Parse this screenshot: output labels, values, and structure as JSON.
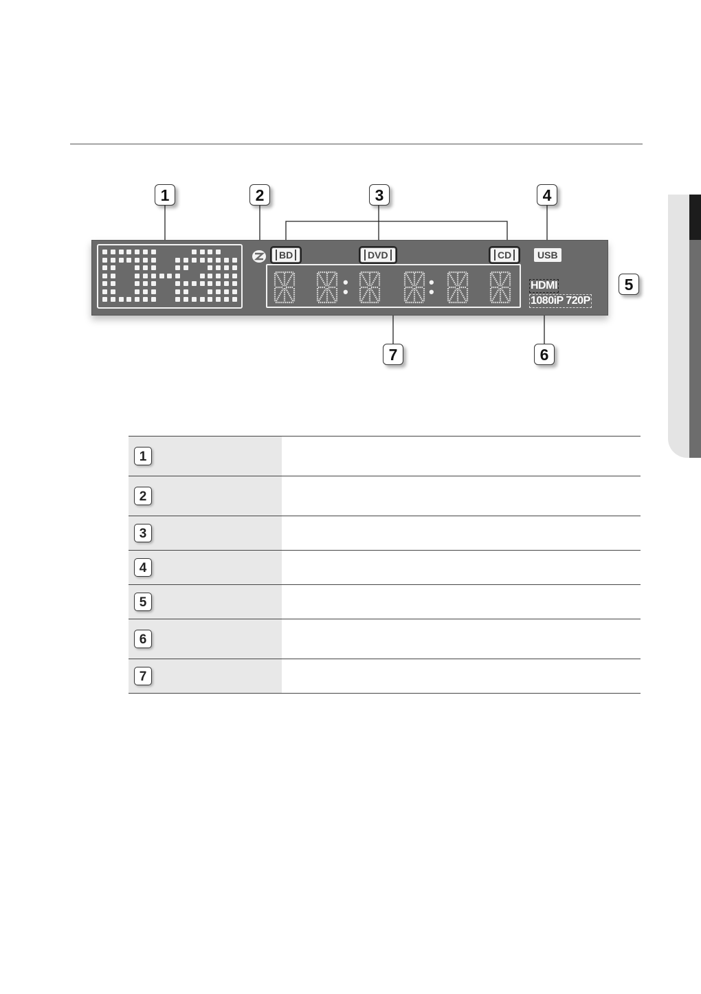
{
  "callouts": [
    "1",
    "2",
    "3",
    "4",
    "5",
    "6",
    "7"
  ],
  "display": {
    "disc_badges": [
      "BD",
      "DVD",
      "CD"
    ],
    "usb_label": "USB",
    "hdmi_label": "HDMI",
    "resolution_label": "1080iP 720P"
  },
  "legend": {
    "rows": [
      {
        "num": "1",
        "description": ""
      },
      {
        "num": "2",
        "description": ""
      },
      {
        "num": "3",
        "description": ""
      },
      {
        "num": "4",
        "description": ""
      },
      {
        "num": "5",
        "description": ""
      },
      {
        "num": "6",
        "description": ""
      },
      {
        "num": "7",
        "description": ""
      }
    ]
  }
}
